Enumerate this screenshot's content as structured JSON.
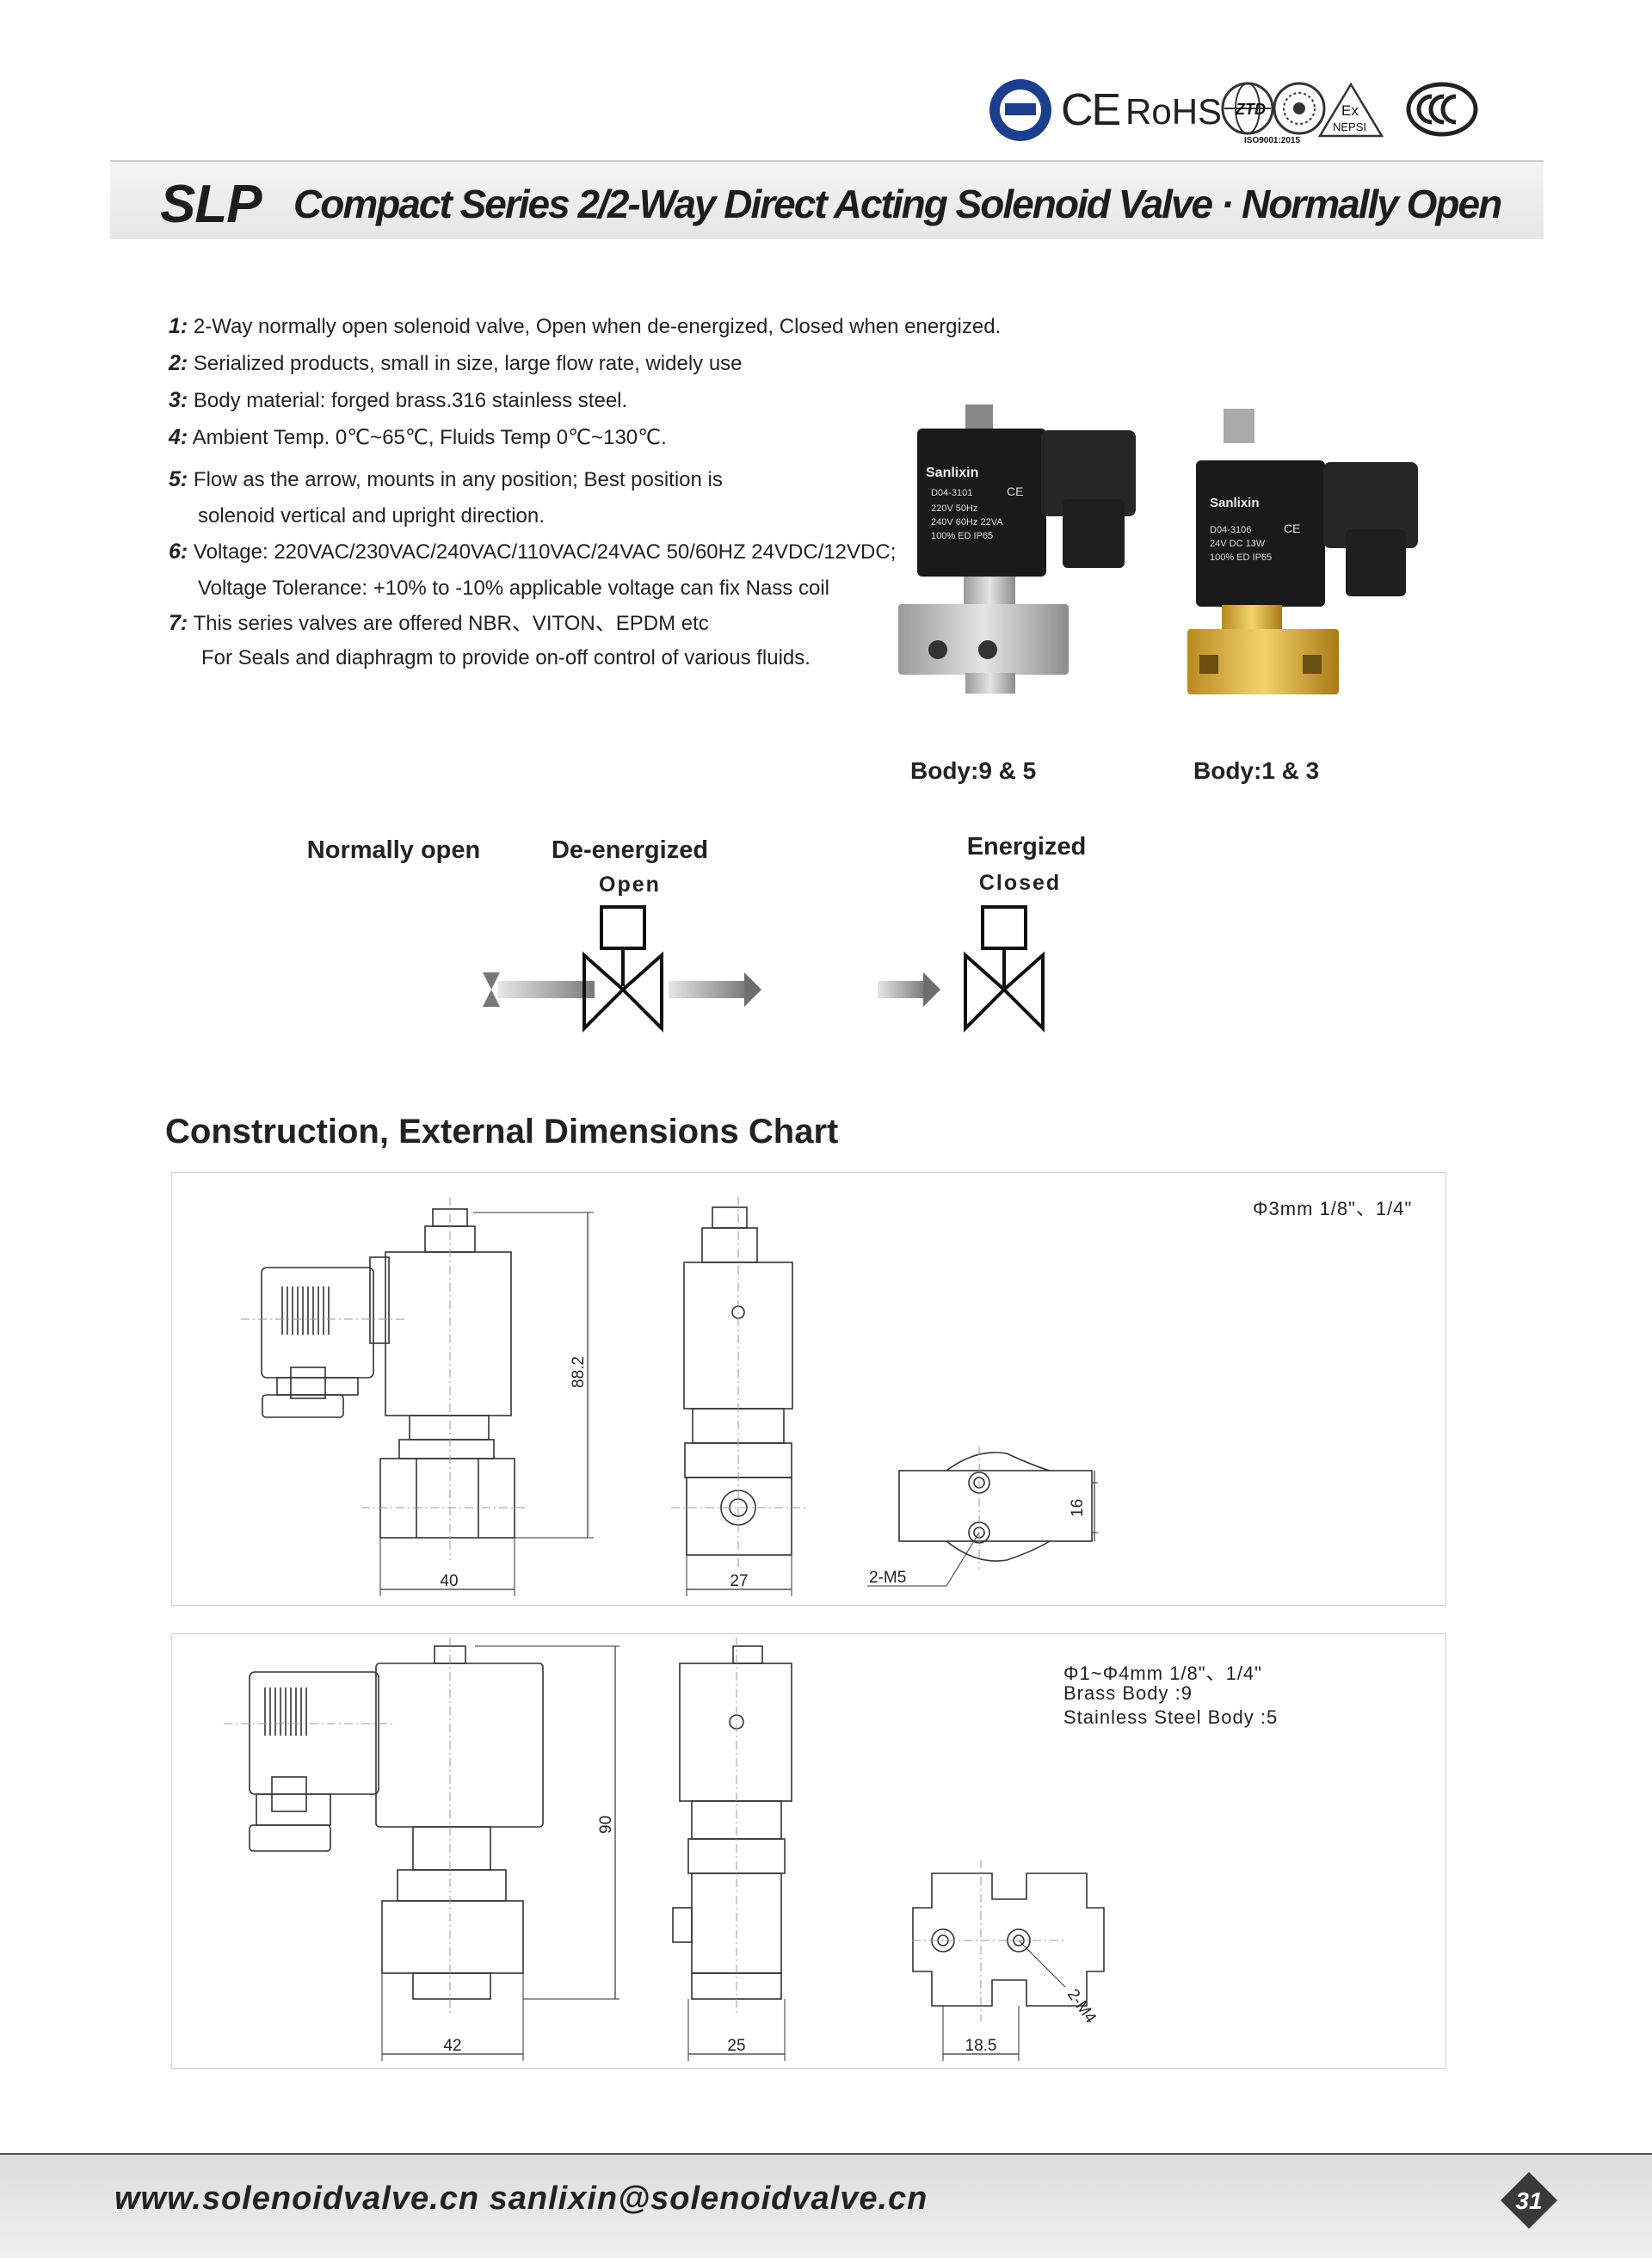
{
  "header": {
    "cert_ce": "CE",
    "cert_rohs": "RoHS",
    "cert_ztd": "ZTD",
    "cert_iso": "ISO9001:2015",
    "cert_ex": "Ex",
    "cert_nepsi": "NEPSI"
  },
  "title": {
    "code": "SLP",
    "text": "Compact Series 2/2-Way Direct Acting Solenoid Valve · Normally Open"
  },
  "features": [
    {
      "num": "1:",
      "text": "2-Way normally open solenoid valve,  Open  when de-energized, Closed when energized.",
      "cont": ""
    },
    {
      "num": "2:",
      "text": "Serialized products, small in size, large flow rate, widely use",
      "cont": ""
    },
    {
      "num": "3:",
      "text": "Body material: forged brass.316 stainless steel.",
      "cont": ""
    },
    {
      "num": "4:",
      "text": " Ambient Temp. 0℃~65℃,   Fluids Temp 0℃~130℃.",
      "cont": ""
    },
    {
      "num": "5:",
      "text": "Flow as the arrow, mounts in any position; Best position is",
      "cont": "solenoid vertical and upright direction."
    },
    {
      "num": "6:",
      "text": "Voltage: 220VAC/230VAC/240VAC/110VAC/24VAC   50/60HZ   24VDC/12VDC;",
      "cont": " Voltage Tolerance: +10% to -10% applicable voltage can fix Nass coil"
    },
    {
      "num": "7:",
      "text": "This series valves are offered NBR、VITON、EPDM  etc",
      "cont": "For Seals and diaphragm to provide on-off control of various fluids."
    }
  ],
  "products": {
    "left": {
      "brand": "Sanlixin",
      "model": "D04-3101",
      "ce": "CE",
      "line1": "220V  50Hz",
      "line2": "240V 60Hz 22VA",
      "line3": "100% ED  IP65",
      "caption": "Body:9 & 5"
    },
    "right": {
      "brand": "Sanlixin",
      "model": "D04-3106",
      "ce": "CE",
      "line1": "24V  DC     13W",
      "line2": "100% ED     IP65",
      "caption": "Body:1 & 3"
    }
  },
  "flow": {
    "normally_open": "Normally open",
    "deenergized": "De-energized",
    "open": "Open",
    "energized": "Energized",
    "closed": "Closed"
  },
  "section_title": "Construction, External Dimensions Chart",
  "panel1": {
    "note": "Φ3mm  1/8\"、1/4\"",
    "dim_height": "88.2",
    "dim_width_a": "40",
    "dim_width_b": "27",
    "dim_bottom": "16",
    "thread": "2-M5"
  },
  "panel2": {
    "note1": "Φ1~Φ4mm  1/8\"、1/4\"",
    "note2": "Brass Body :9",
    "note3": "Stainless Steel Body :5",
    "dim_height": "90",
    "dim_width_a": "42",
    "dim_width_b": "25",
    "dim_bottom": "18.5",
    "thread": "2-M4"
  },
  "footer": {
    "text": "www.solenoidvalve.cn sanlixin@solenoidvalve.cn",
    "page": "31"
  }
}
